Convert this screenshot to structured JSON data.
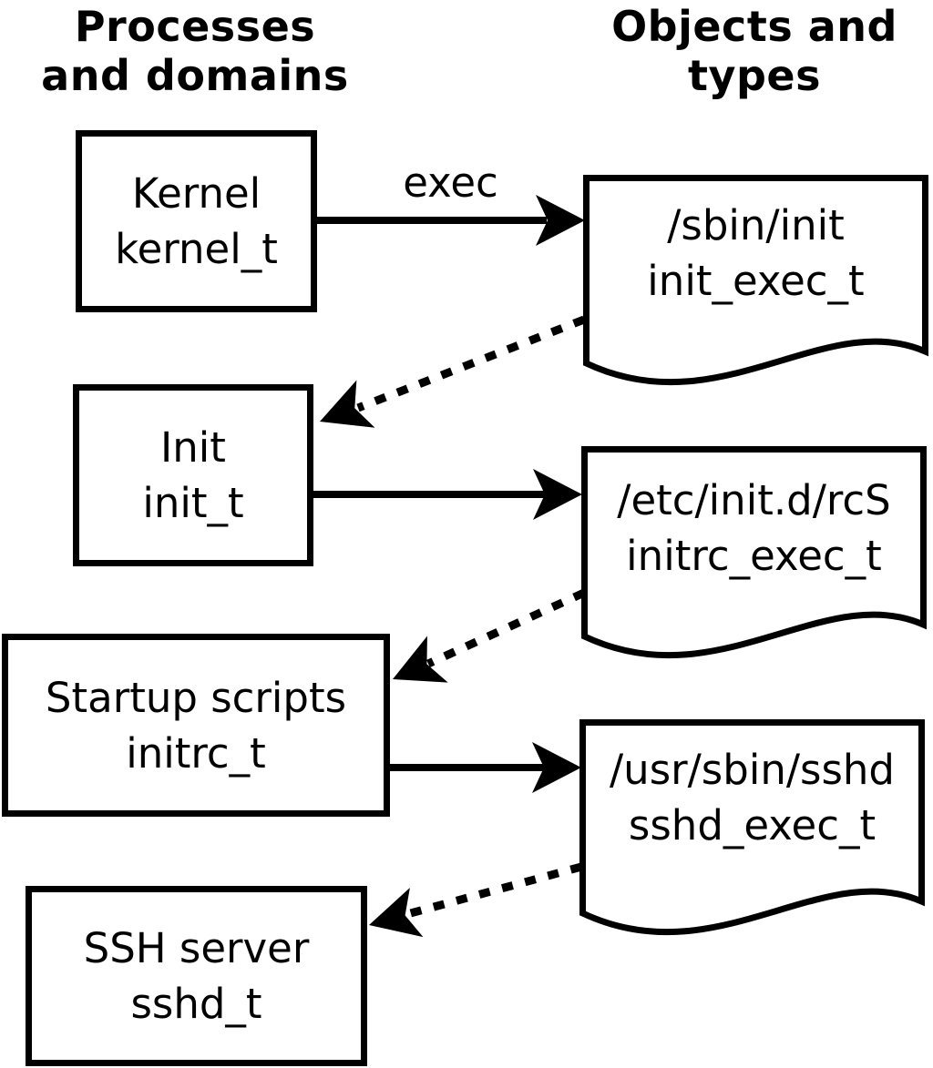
{
  "diagram": {
    "headers": {
      "left": {
        "line1": "Processes",
        "line2": "and domains"
      },
      "right": {
        "line1": "Objects and",
        "line2": "types"
      }
    },
    "edge_label": "exec",
    "processes": [
      {
        "name": "Kernel",
        "type": "kernel_t"
      },
      {
        "name": "Init",
        "type": "init_t"
      },
      {
        "name": "Startup scripts",
        "type": "initrc_t"
      },
      {
        "name": "SSH server",
        "type": "sshd_t"
      }
    ],
    "objects": [
      {
        "path": "/sbin/init",
        "type": "init_exec_t"
      },
      {
        "path": "/etc/init.d/rcS",
        "type": "initrc_exec_t"
      },
      {
        "path": "/usr/sbin/sshd",
        "type": "sshd_exec_t"
      }
    ],
    "colors": {
      "foreground": "#000000",
      "background": "#ffffff"
    }
  }
}
